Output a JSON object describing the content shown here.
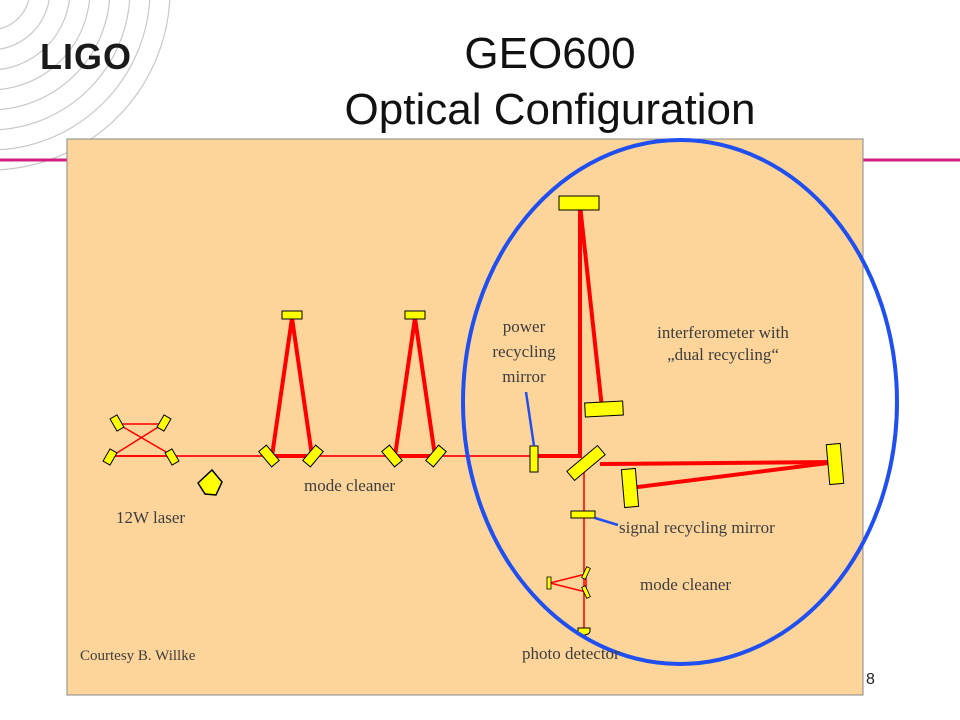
{
  "logo": {
    "text": "LIGO"
  },
  "title": {
    "line1": "GEO600",
    "line2": "Optical Configuration"
  },
  "labels": {
    "power_recycling": [
      "power",
      "recycling",
      "mirror"
    ],
    "interferometer": [
      "interferometer with",
      "„dual recycling“"
    ],
    "mode_cleaner_1": "mode cleaner",
    "laser": "12W laser",
    "signal_recycling": "signal recycling mirror",
    "mode_cleaner_2": "mode cleaner",
    "photo_detector": "photo detector",
    "courtesy": "Courtesy B. Willke"
  },
  "page_number": "8",
  "colors": {
    "panel": "#fdd59a",
    "beam": "#ff0000",
    "mirror_fill": "#ffff00",
    "ellipse": "#1f4ff0",
    "accent_line": "#d0207a"
  }
}
